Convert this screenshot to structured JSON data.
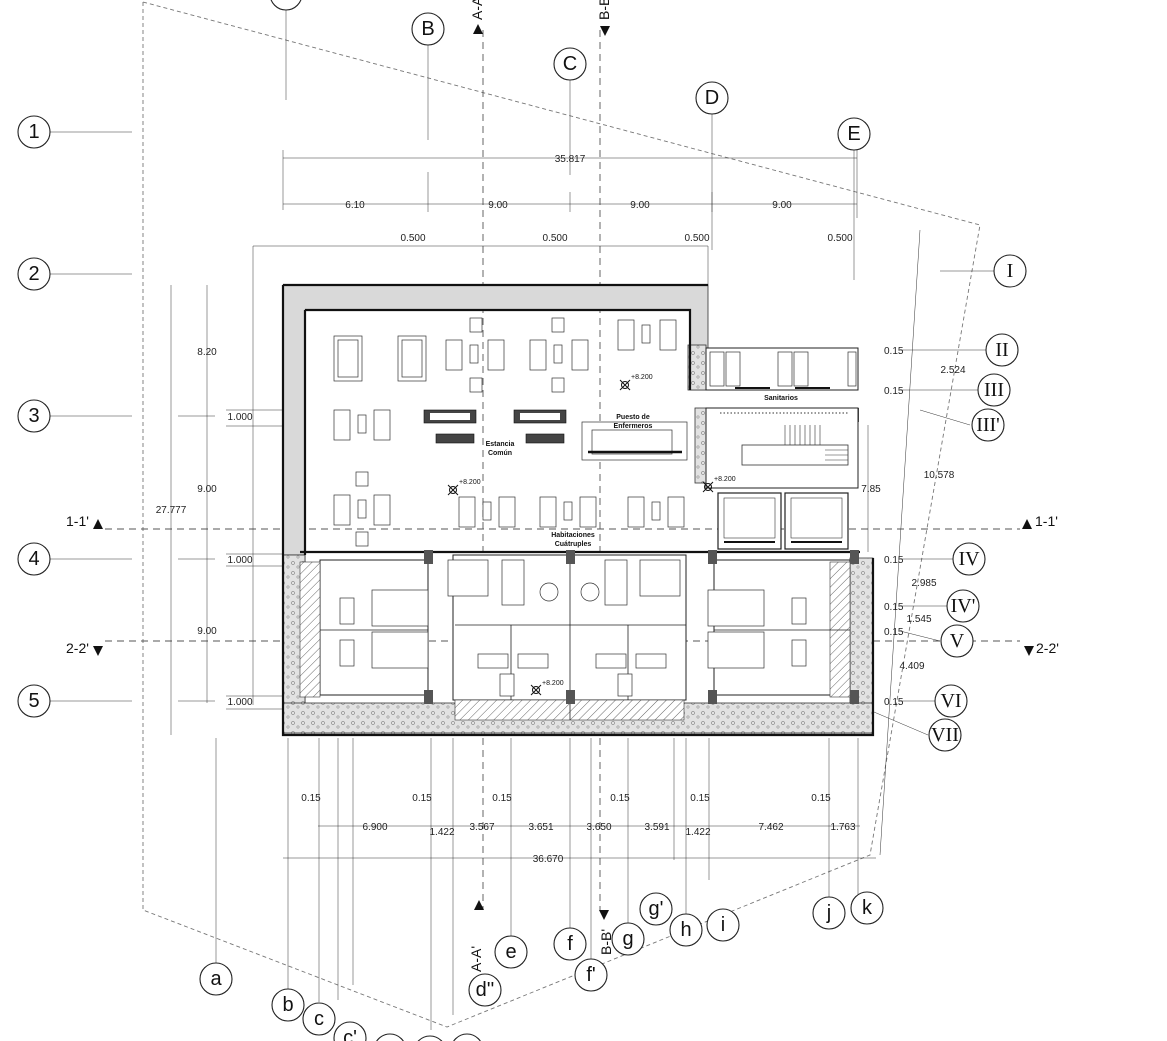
{
  "grid": {
    "columns": [
      "B",
      "C",
      "D",
      "E"
    ],
    "rows": [
      "1",
      "2",
      "3",
      "4",
      "5"
    ],
    "roman": [
      "I",
      "II",
      "III",
      "III'",
      "IV",
      "IV'",
      "V",
      "VI",
      "VII"
    ],
    "bottom": [
      "a",
      "b",
      "c",
      "c'",
      "d''",
      "e",
      "f",
      "f'",
      "g",
      "g'",
      "h",
      "i",
      "j",
      "k"
    ]
  },
  "sections": {
    "aa_top": "A-A'",
    "bb_top": "B-B'",
    "aa_bottom": "A-A'",
    "bb_bottom": "B-B'",
    "h1_left": "1-1'",
    "h1_right": "1-1'",
    "h2_left": "2-2'",
    "h2_right": "2-2'"
  },
  "dims_top": {
    "total": "35.817",
    "spans": [
      "6.10",
      "9.00",
      "9.00",
      "9.00"
    ],
    "offsets": [
      "0.500",
      "0.500",
      "0.500",
      "0.500"
    ]
  },
  "dims_left": {
    "total": "27.777",
    "spans": [
      "8.20",
      "9.00",
      "9.00"
    ],
    "offsets": [
      "1.000",
      "1.000",
      "1.000"
    ]
  },
  "dims_right": {
    "total": "10.578",
    "stair": "7.85",
    "offsets": [
      "0.15",
      "0.15",
      "0.15",
      "0.15",
      "0.15",
      "0.15"
    ],
    "extra": [
      "2.524",
      "2.985",
      "1.545",
      "4.409"
    ]
  },
  "dims_bottom": {
    "total": "36.670",
    "offsets": [
      "0.15",
      "0.15",
      "0.15",
      "0.15",
      "0.15",
      "0.15"
    ],
    "spans": [
      "6.900",
      "1.422",
      "3.567",
      "3.651",
      "3.650",
      "3.591",
      "1.422",
      "7.462",
      "1.763"
    ]
  },
  "rooms": {
    "sanitarios": "Sanitarios",
    "puesto_l1": "Puesto de",
    "puesto_l2": "Enfermeros",
    "estancia_l1": "Estancia",
    "estancia_l2": "Común",
    "hab_l1": "Habitaciones",
    "hab_l2": "Cuátruples"
  },
  "levels": [
    "+8.200",
    "+8.200",
    "+8.200",
    "+8.200"
  ]
}
